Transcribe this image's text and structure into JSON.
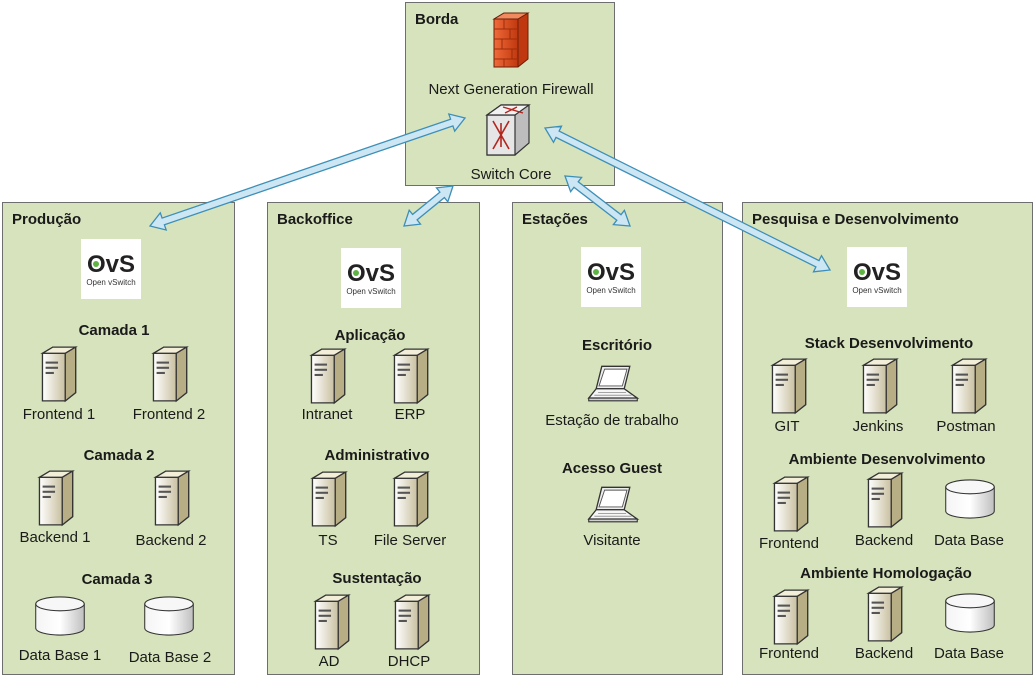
{
  "borda": {
    "title": "Borda",
    "firewall_label": "Next Generation Firewall",
    "switch_label": "Switch Core",
    "firewall_icon": "firewall-icon",
    "switch_icon": "switch-icon"
  },
  "ovs": {
    "logo_text": "OvS",
    "logo_sub": "Open vSwitch"
  },
  "producao": {
    "title": "Produção",
    "camada1": {
      "title": "Camada 1",
      "items": [
        "Frontend 1",
        "Frontend 2"
      ]
    },
    "camada2": {
      "title": "Camada 2",
      "items": [
        "Backend 1",
        "Backend 2"
      ]
    },
    "camada3": {
      "title": "Camada 3",
      "items": [
        "Data Base 1",
        "Data Base 2"
      ]
    }
  },
  "backoffice": {
    "title": "Backoffice",
    "aplicacao": {
      "title": "Aplicação",
      "items": [
        "Intranet",
        "ERP"
      ]
    },
    "administrativo": {
      "title": "Administrativo",
      "items": [
        "TS",
        "File Server"
      ]
    },
    "sustentacao": {
      "title": "Sustentação",
      "items": [
        "AD",
        "DHCP"
      ]
    }
  },
  "estacoes": {
    "title": "Estações",
    "escritorio": {
      "title": "Escritório",
      "item": "Estação de trabalho"
    },
    "guest": {
      "title": "Acesso Guest",
      "item": "Visitante"
    }
  },
  "pd": {
    "title": "Pesquisa e Desenvolvimento",
    "stack": {
      "title": "Stack Desenvolvimento",
      "items": [
        "GIT",
        "Jenkins",
        "Postman"
      ]
    },
    "dev": {
      "title": "Ambiente Desenvolvimento",
      "items": [
        "Frontend",
        "Backend",
        "Data Base"
      ]
    },
    "hom": {
      "title": "Ambiente Homologação",
      "items": [
        "Frontend",
        "Backend",
        "Data Base"
      ]
    }
  },
  "colors": {
    "zone_fill": "#d6e3bc",
    "zone_border": "#6e6e6e",
    "arrow_fill": "#cde6f3",
    "arrow_stroke": "#3d8fb8",
    "firewall": "#e84a1c",
    "server": "#e8dfb6"
  }
}
